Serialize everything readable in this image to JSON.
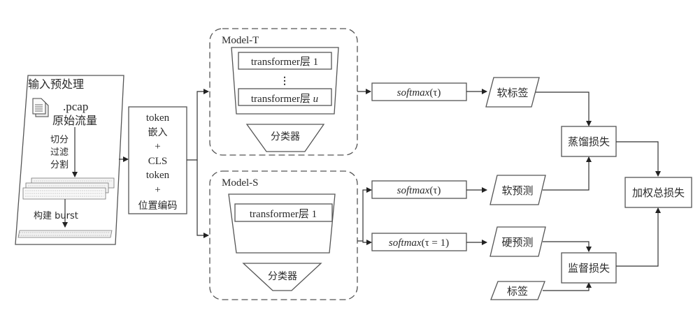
{
  "preprocess": {
    "title": "输入预处理",
    "file_ext": ".pcap",
    "raw_traffic": "原始流量",
    "steps": [
      "切分",
      "过滤",
      "分割"
    ],
    "build_burst": "构建 burst"
  },
  "embedding": {
    "lines": [
      "token",
      "嵌入",
      "+",
      "CLS",
      "token",
      "+",
      "位置编码"
    ]
  },
  "teacher": {
    "label": "Model-T",
    "layer_first": "transformer层 1",
    "ellipsis": "⋮",
    "layer_last_prefix": "transformer层 ",
    "layer_last_var": "u",
    "classifier": "分类器"
  },
  "student": {
    "label": "Model-S",
    "layer_first": "transformer层 1",
    "classifier": "分类器"
  },
  "softmax": {
    "fn": "softmax",
    "teacher_arg": "(τ)",
    "student_soft_arg": "(τ)",
    "student_hard_arg": "(τ = 1)"
  },
  "outputs": {
    "soft_label": "软标签",
    "soft_pred": "软预测",
    "hard_pred": "硬预测",
    "label": "标签"
  },
  "losses": {
    "distill": "蒸馏损失",
    "supervised": "监督损失",
    "total": "加权总损失"
  }
}
